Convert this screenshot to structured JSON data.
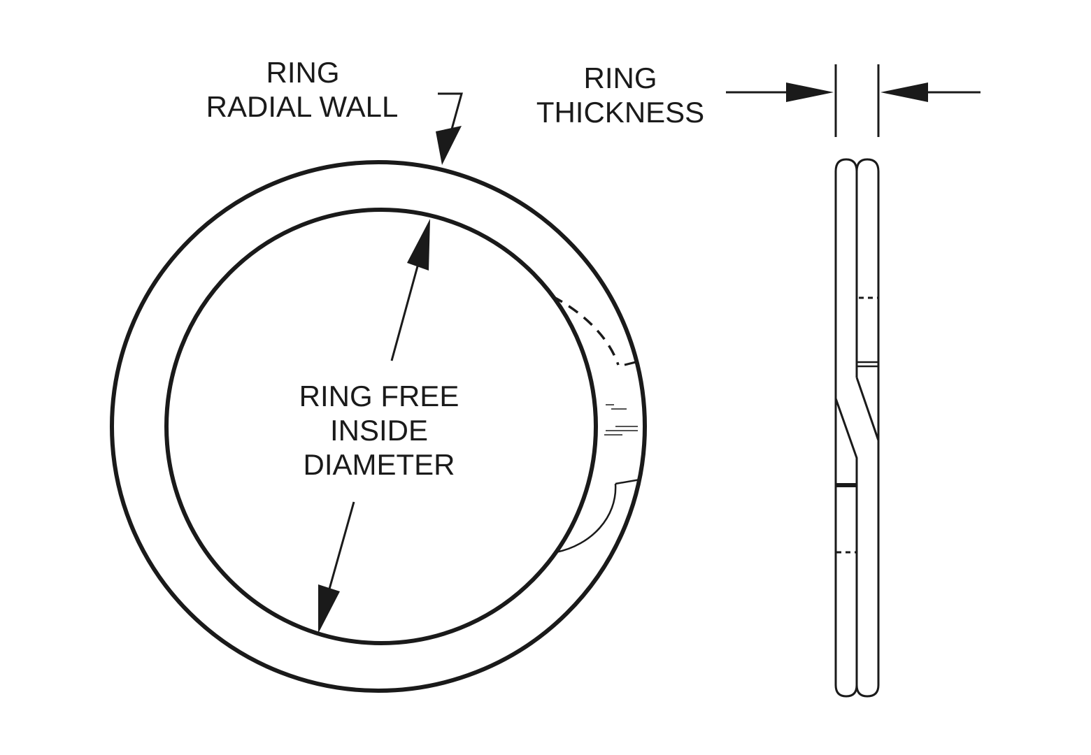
{
  "labels": {
    "radial_wall": [
      "RING",
      "RADIAL WALL"
    ],
    "thickness": [
      "RING",
      "THICKNESS"
    ],
    "inside_diameter": [
      "RING FREE",
      "INSIDE",
      "DIAMETER"
    ]
  },
  "colors": {
    "line": "#1a1a1a",
    "background": "#ffffff"
  }
}
